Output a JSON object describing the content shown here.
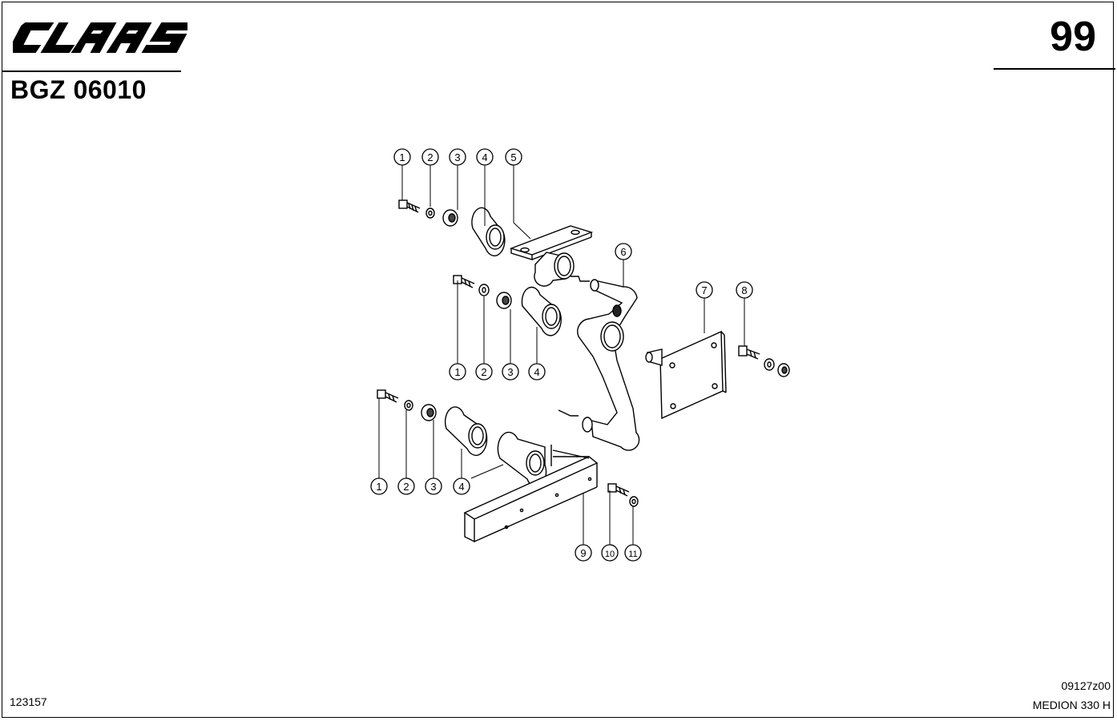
{
  "brand": "CLAAS",
  "page_number": "99",
  "group_code": "BGZ 06010",
  "reference_number": "123157",
  "drawing_number": "09127z00",
  "model": "MEDION 330 H",
  "callouts": [
    "1",
    "2",
    "3",
    "4",
    "5",
    "6",
    "7",
    "8",
    "1",
    "2",
    "3",
    "4",
    "1",
    "2",
    "3",
    "4",
    "9",
    "10",
    "11"
  ]
}
